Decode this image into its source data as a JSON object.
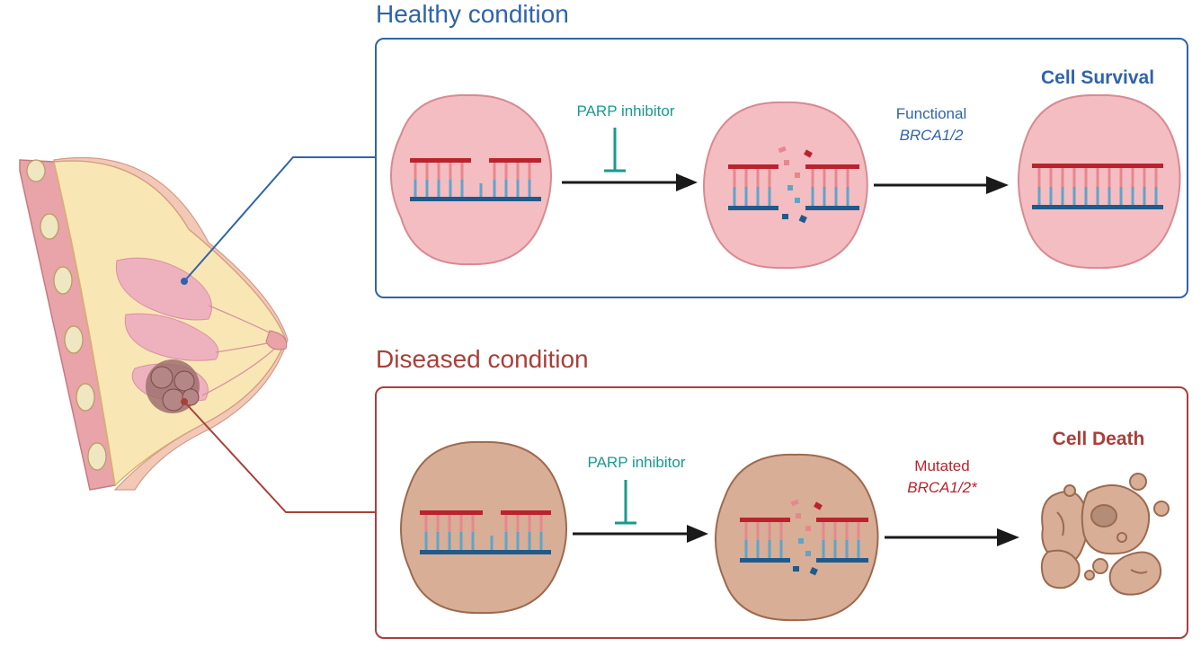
{
  "colors": {
    "healthy_accent": "#2f64ab",
    "diseased_accent": "#a8403a",
    "inhibitor": "#1a9a8c",
    "healthy_cell_fill": "#f4bdc2",
    "healthy_cell_stroke": "#d78a92",
    "diseased_cell_fill": "#d8ae96",
    "diseased_cell_stroke": "#9c6a4f",
    "dna_top": "#b9232e",
    "dna_top_light": "#e7878d",
    "dna_bottom": "#1f5a8c",
    "dna_bottom_light": "#5fa4c9",
    "arrow": "#1a1a1a"
  },
  "healthy": {
    "title": "Healthy condition",
    "inhibitor_label": "PARP inhibitor",
    "repair_label_line1": "Functional",
    "repair_label_line2": "BRCA1/2",
    "outcome_label": "Cell Survival"
  },
  "diseased": {
    "title": "Diseased condition",
    "inhibitor_label": "PARP inhibitor",
    "repair_label_line1": "Mutated",
    "repair_label_line2": "BRCA1/2*",
    "outcome_label": "Cell Death"
  },
  "icons": {
    "breast": "breast-anatomy-illustration",
    "cell": "cell-icon",
    "dna_single_strand_break": "dna-break-icon",
    "dna_double_strand_break": "dna-double-break-icon",
    "dna_repaired": "dna-repaired-icon",
    "inhibition": "inhibition-icon",
    "arrow": "arrow-right-icon",
    "dead_cells": "apoptotic-cells-icon"
  }
}
